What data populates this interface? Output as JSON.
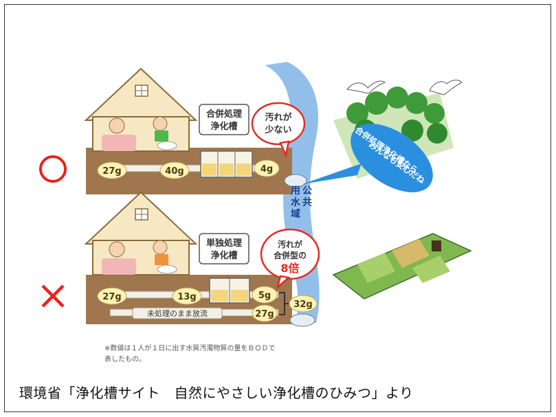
{
  "diagram": {
    "row_good": {
      "mark": "○",
      "tank_label_line1": "合併処理",
      "tank_label_line2": "浄化槽",
      "value_home": "27g",
      "value_pipe": "40g",
      "value_out": "4g",
      "bubble_line1": "汚れが",
      "bubble_line2": "少ない",
      "speech_line1": "合併処理浄化槽なら",
      "speech_line2": "みんなも安心だね"
    },
    "river_label": "公共用水域",
    "row_bad": {
      "mark": "×",
      "tank_label_line1": "単独処理",
      "tank_label_line2": "浄化槽",
      "value_home": "27g",
      "value_pipe": "13g",
      "value_out": "5g",
      "value_untreated": "27g",
      "value_total": "32g",
      "untreated_label": "未処理のまま放流",
      "bubble_line1": "汚れが",
      "bubble_line2": "合併型の",
      "bubble_line3": "8倍"
    },
    "footnote_line1": "※数値は１人が１日に出す水質汚濁物質の量をＢＯＤで",
    "footnote_line2": "表したもの。"
  },
  "caption": "環境省「浄化槽サイト　自然にやさしい浄化槽のひみつ」より",
  "colors": {
    "ground": "#a0764e",
    "river": "#7fb4e6",
    "red_mark": "#e8231c",
    "label_fill": "#fff3b0",
    "bubble_border": "#e32a22",
    "speech_fill": "#2b8fe0",
    "house": "#f7e8c4",
    "tree": "#3f9a3a"
  }
}
